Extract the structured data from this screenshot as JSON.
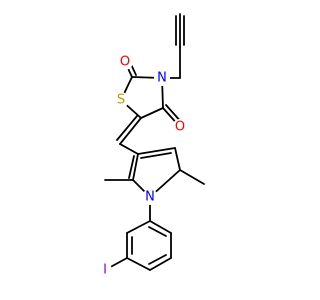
{
  "molecule": {
    "colors": {
      "bond": "#000000",
      "O": "#ff0000",
      "N": "#0000ff",
      "S": "#b8a000",
      "I": "#9400d3",
      "background": "#ffffff"
    },
    "atoms": {
      "o_top": "O",
      "o_right": "O",
      "n_thiazolidine": "N",
      "s_ring": "S",
      "n_pyrrole": "N",
      "iodine": "I"
    }
  }
}
